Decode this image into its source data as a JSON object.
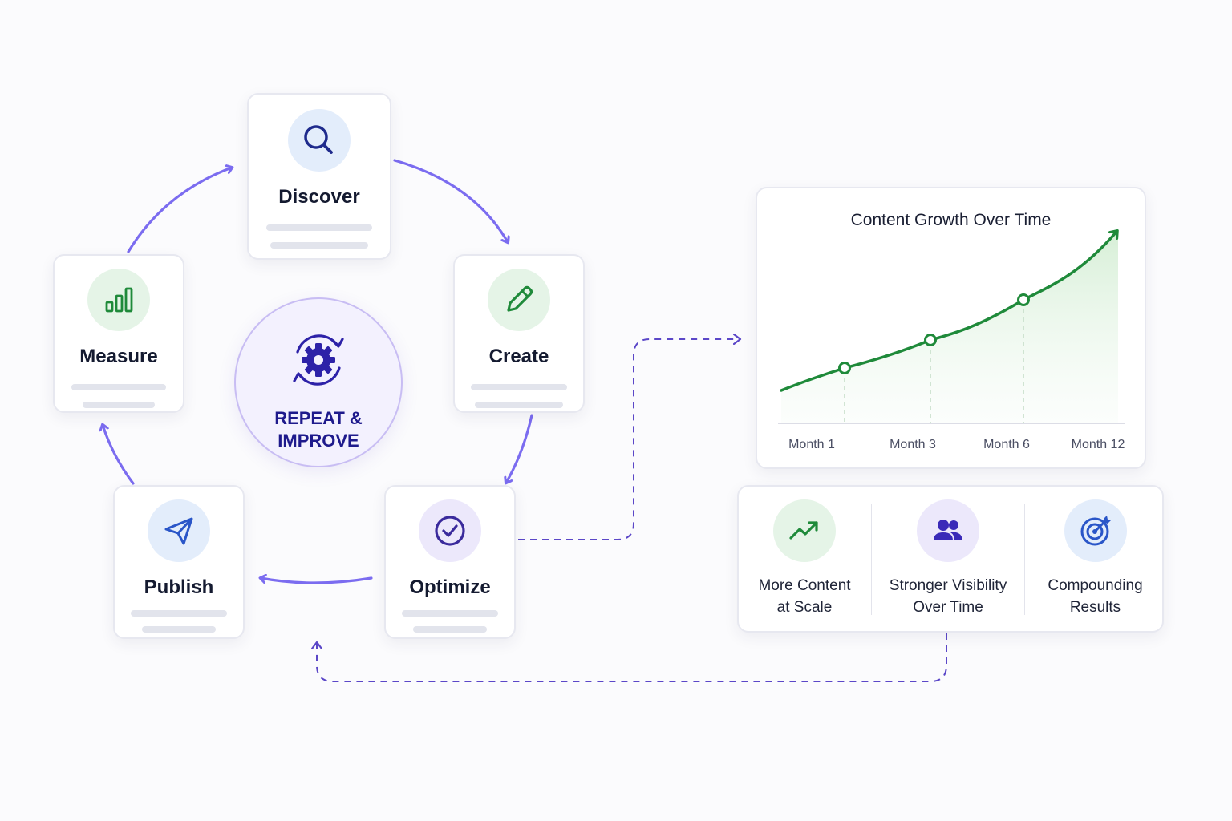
{
  "cycle": {
    "steps": [
      {
        "title": "Discover",
        "icon": "search-icon"
      },
      {
        "title": "Create",
        "icon": "pencil-icon"
      },
      {
        "title": "Optimize",
        "icon": "check-circle-icon"
      },
      {
        "title": "Publish",
        "icon": "paper-plane-icon"
      },
      {
        "title": "Measure",
        "icon": "bar-chart-icon"
      }
    ],
    "center_label_line1": "REPEAT &",
    "center_label_line2": "IMPROVE",
    "center_icon": "gear-refresh-icon"
  },
  "chart_data": {
    "type": "area",
    "title": "Content Growth Over Time",
    "x_labels": [
      "Month 1",
      "Month 3",
      "Month 6",
      "Month 12"
    ],
    "highlighted_points": [
      "Month 1",
      "Month 3",
      "Month 6"
    ],
    "grid": false,
    "line_color": "#1f8a3a",
    "fill_color": "#dff2e2",
    "trend": "increasing"
  },
  "benefits": [
    {
      "line1": "More Content",
      "line2": "at Scale",
      "icon": "trending-up-icon"
    },
    {
      "line1": "Stronger Visibility",
      "line2": "Over Time",
      "icon": "users-icon"
    },
    {
      "line1": "Compounding",
      "line2": "Results",
      "icon": "target-icon"
    }
  ],
  "colors": {
    "accent": "#7b6cf0",
    "dashed_connector": "#5b47c8",
    "discover_circle": "#e3edfb",
    "create_circle": "#e5f4e7",
    "optimize_circle": "#ece8fb",
    "publish_circle": "#e3edfb",
    "measure_circle": "#e5f4e7"
  }
}
